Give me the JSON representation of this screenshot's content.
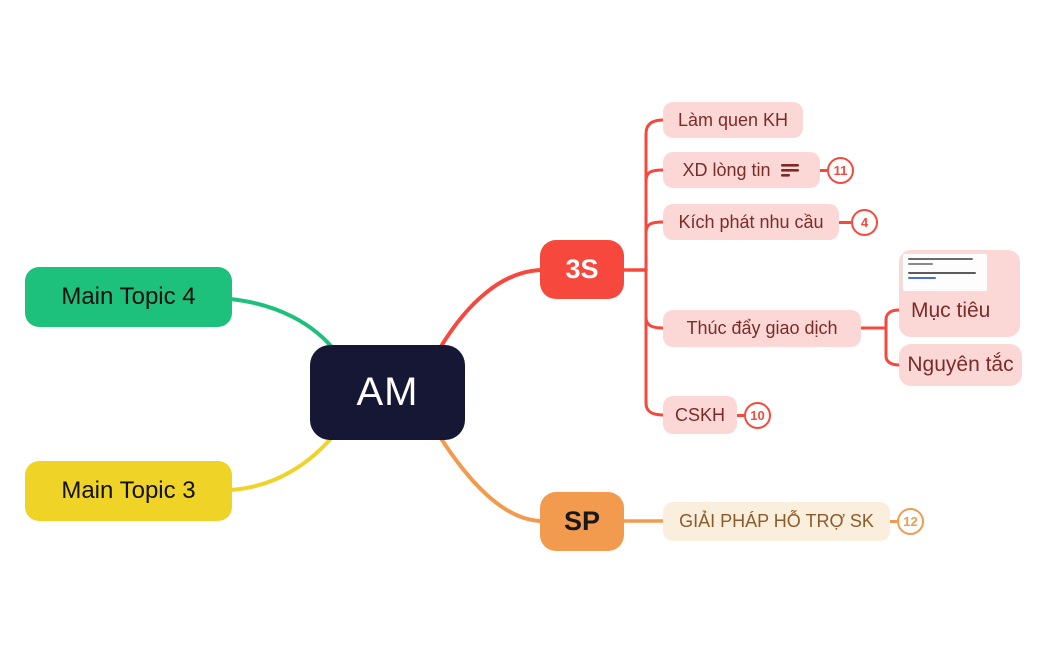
{
  "colors": {
    "red": "#f6483c",
    "pink": "#fbd8d6",
    "dark_red_text": "#7c2b28",
    "green": "#1ec17c",
    "yellow": "#f0d327",
    "orange": "#f29b4f",
    "cream": "#faeedd",
    "brown_text": "#8d5a2a",
    "navy": "#161735"
  },
  "root": {
    "label": "AM"
  },
  "left_branch": {
    "topic4": {
      "label": "Main Topic 4"
    },
    "topic3": {
      "label": "Main Topic 3"
    }
  },
  "branch_3s": {
    "topic": {
      "label": "3S"
    },
    "children": [
      {
        "label": "Làm quen KH"
      },
      {
        "label": "XD lòng tin",
        "icon": "notes-icon",
        "badge": "11"
      },
      {
        "label": "Kích phát nhu cầu",
        "badge": "4"
      },
      {
        "label": "Thúc đẩy giao dịch"
      },
      {
        "label": "CSKH",
        "badge": "10"
      }
    ],
    "grandchildren": [
      {
        "label": "Mục tiêu",
        "has_note_thumbnail": true
      },
      {
        "label": "Nguyên tắc"
      }
    ]
  },
  "branch_sp": {
    "topic": {
      "label": "SP"
    },
    "children": [
      {
        "label": "GIẢI PHÁP HỖ TRỢ SK",
        "badge": "12"
      }
    ]
  }
}
